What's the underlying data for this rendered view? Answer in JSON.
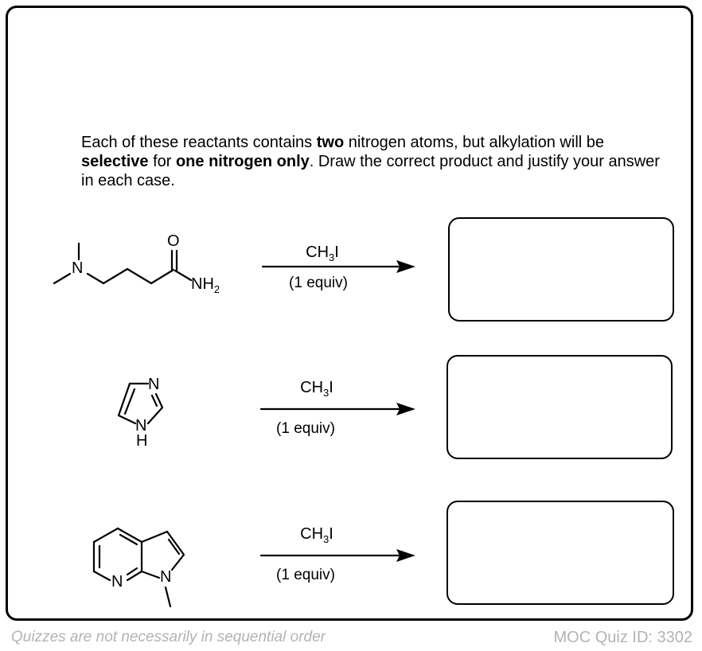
{
  "prompt": {
    "part1": "Each of these reactants contains ",
    "bold1": "two",
    "part2": " nitrogen atoms, but alkylation will be ",
    "bold2": "selective",
    "part3": " for ",
    "bold3": "one nitrogen only",
    "part4": ". Draw the correct product and justify your answer in each case."
  },
  "reactions": [
    {
      "reagent_main": "CH",
      "reagent_sub": "3",
      "reagent_tail": "I",
      "conditions": "(1 equiv)",
      "atom_labels": {
        "amine_n": "N",
        "carbonyl_o": "O",
        "amide_n": "NH",
        "amide_sub": "2"
      }
    },
    {
      "reagent_main": "CH",
      "reagent_sub": "3",
      "reagent_tail": "I",
      "conditions": "(1 equiv)",
      "atom_labels": {
        "ring_n": "N",
        "nh_n": "N",
        "nh_h": "H"
      }
    },
    {
      "reagent_main": "CH",
      "reagent_sub": "3",
      "reagent_tail": "I",
      "conditions": "(1 equiv)",
      "atom_labels": {
        "pyridine_n": "N",
        "pyrrole_n": "N"
      }
    }
  ],
  "footer": {
    "note": "Quizzes are not necessarily in sequential order",
    "quiz_id": "MOC Quiz ID: 3302"
  }
}
